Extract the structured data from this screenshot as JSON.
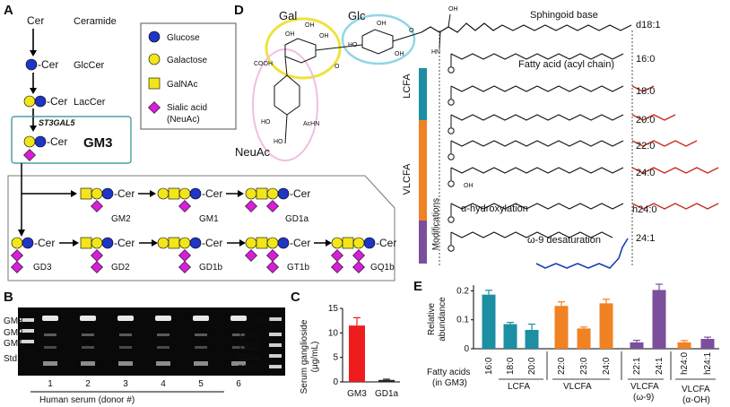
{
  "panels": {
    "a": "A",
    "b": "B",
    "c": "C",
    "d": "D",
    "e": "E"
  },
  "colors": {
    "glucose": "#1f35c4",
    "galactose": "#f2e51a",
    "galnac": "#f2e51a",
    "sialic": "#d61fd6",
    "teal": "#1d8fa3",
    "orange": "#f08224",
    "purple": "#7b4f9c",
    "red_bar": "#ee1c1c",
    "red_chain": "#c8281e",
    "blue_chain": "#1b3fb5"
  },
  "pathway": {
    "cer_label": "Cer",
    "ceramide": "Ceramide",
    "glccer": "GlcCer",
    "laccer": "LacCer",
    "enzyme": "ST3GAL5",
    "gm3": "GM3",
    "dash_cer": "-Cer",
    "branch_top": [
      "GM2",
      "GM1",
      "GD1a"
    ],
    "branch_bottom": [
      "GD3",
      "GD2",
      "GD1b",
      "GT1b",
      "GQ1b"
    ]
  },
  "legend": {
    "glucose": "Glucose",
    "galactose": "Galactose",
    "galnac": "GalNAc",
    "sialic_1": "Sialic acid",
    "sialic_2": "(NeuAc)"
  },
  "gel": {
    "std_left": [
      "GM3",
      "GM2",
      "GM1",
      "Std."
    ],
    "std_right": [
      "Std.",
      "GM1",
      "GD2",
      "GD1a",
      "GT1b"
    ],
    "lanes": [
      "1",
      "2",
      "3",
      "4",
      "5",
      "6"
    ],
    "xlabel": "Human serum (donor #)"
  },
  "chart_c": {
    "type": "bar",
    "ylabel_1": "Serum ganglioside",
    "ylabel_2": "(μg/mL)",
    "categories": [
      "GM3",
      "GD1a"
    ],
    "values": [
      11.5,
      0.4
    ],
    "errors": [
      1.6,
      0.15
    ],
    "ylim": [
      0,
      15
    ],
    "yticks": [
      "0",
      "5",
      "10",
      "15"
    ]
  },
  "structure": {
    "gal": "Gal",
    "glc": "Glc",
    "neuac": "NeuAc",
    "sphingoid": "Sphingoid base",
    "fatty_acid": "Fatty acid (acyl chain)",
    "lcfa": "LCFA",
    "vlcfa": "VLCFA",
    "modifications": "Modifications",
    "hydroxylation": "α-hydroxylation",
    "desaturation": "ω-9 desaturation",
    "chain_labels": [
      "d18:1",
      "16:0",
      "18:0",
      "20:0",
      "22:0",
      "24:0",
      "h24:0",
      "24:1"
    ],
    "atoms": {
      "oh": "OH",
      "hn": "HN",
      "o": "O",
      "cooh": "COOH",
      "ho": "HO",
      "achn": "AcHN"
    }
  },
  "chart_e": {
    "type": "bar",
    "ylabel_1": "Relative",
    "ylabel_2": "abundance",
    "ylim": [
      0,
      0.22
    ],
    "yticks": [
      "0",
      "0.1",
      "0.2"
    ],
    "categories": [
      "16:0",
      "18:0",
      "20:0",
      "22:0",
      "23:0",
      "24:0",
      "22:1",
      "24:1",
      "h24:0",
      "h24:1"
    ],
    "values": [
      0.187,
      0.085,
      0.065,
      0.148,
      0.07,
      0.157,
      0.022,
      0.203,
      0.022,
      0.034
    ],
    "errors": [
      0.015,
      0.006,
      0.02,
      0.014,
      0.005,
      0.014,
      0.007,
      0.02,
      0.006,
      0.006
    ],
    "bar_colors": [
      "#1d8fa3",
      "#1d8fa3",
      "#1d8fa3",
      "#f08224",
      "#f08224",
      "#f08224",
      "#7b4f9c",
      "#7b4f9c",
      "#f08224",
      "#7b4f9c"
    ],
    "xlabel_1": "Fatty acids",
    "xlabel_2": "(in GM3)",
    "groups": {
      "lcfa": "LCFA",
      "vlcfa": "VLCFA",
      "w9": "VLCFA",
      "w9_sub": "(ω-9)",
      "oh": "VLCFA",
      "oh_sub": "(α-OH)"
    }
  }
}
